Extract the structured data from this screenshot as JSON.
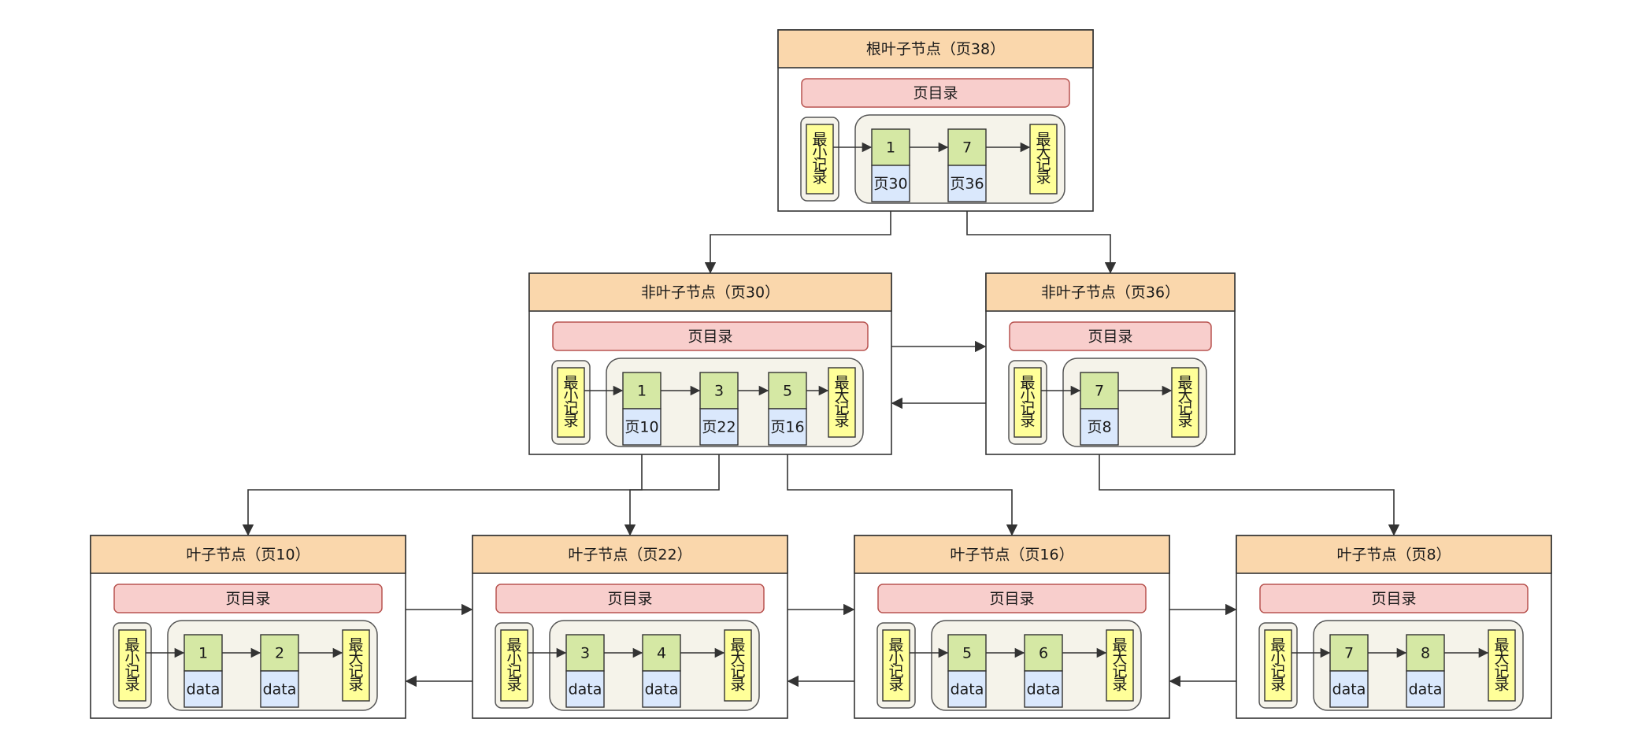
{
  "colors": {
    "header": "#fad7ac",
    "directory": "#f8cecc",
    "key": "#d5e8a4",
    "pointer": "#dae8fc",
    "minmax": "#ffff99"
  },
  "labels": {
    "directory": "页目录",
    "min_record": [
      "最",
      "小",
      "记",
      "录"
    ],
    "max_record": [
      "最",
      "大",
      "记",
      "录"
    ]
  },
  "pages": [
    {
      "id": "p38",
      "title": "根叶子节点（页38）",
      "records": [
        {
          "key": "1",
          "pointer": "页30"
        },
        {
          "key": "7",
          "pointer": "页36"
        }
      ]
    },
    {
      "id": "p30",
      "title": "非叶子节点（页30）",
      "records": [
        {
          "key": "1",
          "pointer": "页10"
        },
        {
          "key": "3",
          "pointer": "页22"
        },
        {
          "key": "5",
          "pointer": "页16"
        }
      ]
    },
    {
      "id": "p36",
      "title": "非叶子节点（页36）",
      "records": [
        {
          "key": "7",
          "pointer": "页8"
        }
      ]
    },
    {
      "id": "p10",
      "title": "叶子节点（页10）",
      "records": [
        {
          "key": "1",
          "pointer": "data"
        },
        {
          "key": "2",
          "pointer": "data"
        }
      ]
    },
    {
      "id": "p22",
      "title": "叶子节点（页22）",
      "records": [
        {
          "key": "3",
          "pointer": "data"
        },
        {
          "key": "4",
          "pointer": "data"
        }
      ]
    },
    {
      "id": "p16",
      "title": "叶子节点（页16）",
      "records": [
        {
          "key": "5",
          "pointer": "data"
        },
        {
          "key": "6",
          "pointer": "data"
        }
      ]
    },
    {
      "id": "p8",
      "title": "叶子节点（页8）",
      "records": [
        {
          "key": "7",
          "pointer": "data"
        },
        {
          "key": "8",
          "pointer": "data"
        }
      ]
    }
  ],
  "child_links": [
    {
      "from": "p38",
      "record": 0,
      "to": "p30"
    },
    {
      "from": "p38",
      "record": 1,
      "to": "p36"
    },
    {
      "from": "p30",
      "record": 0,
      "to": "p10"
    },
    {
      "from": "p30",
      "record": 1,
      "to": "p22"
    },
    {
      "from": "p30",
      "record": 2,
      "to": "p16"
    },
    {
      "from": "p36",
      "record": 0,
      "to": "p8"
    }
  ],
  "sibling_links": [
    {
      "from": "p30",
      "to": "p36"
    },
    {
      "from": "p36",
      "to": "p30"
    },
    {
      "from": "p10",
      "to": "p22"
    },
    {
      "from": "p22",
      "to": "p10"
    },
    {
      "from": "p22",
      "to": "p16"
    },
    {
      "from": "p16",
      "to": "p22"
    },
    {
      "from": "p16",
      "to": "p8"
    },
    {
      "from": "p8",
      "to": "p16"
    }
  ]
}
